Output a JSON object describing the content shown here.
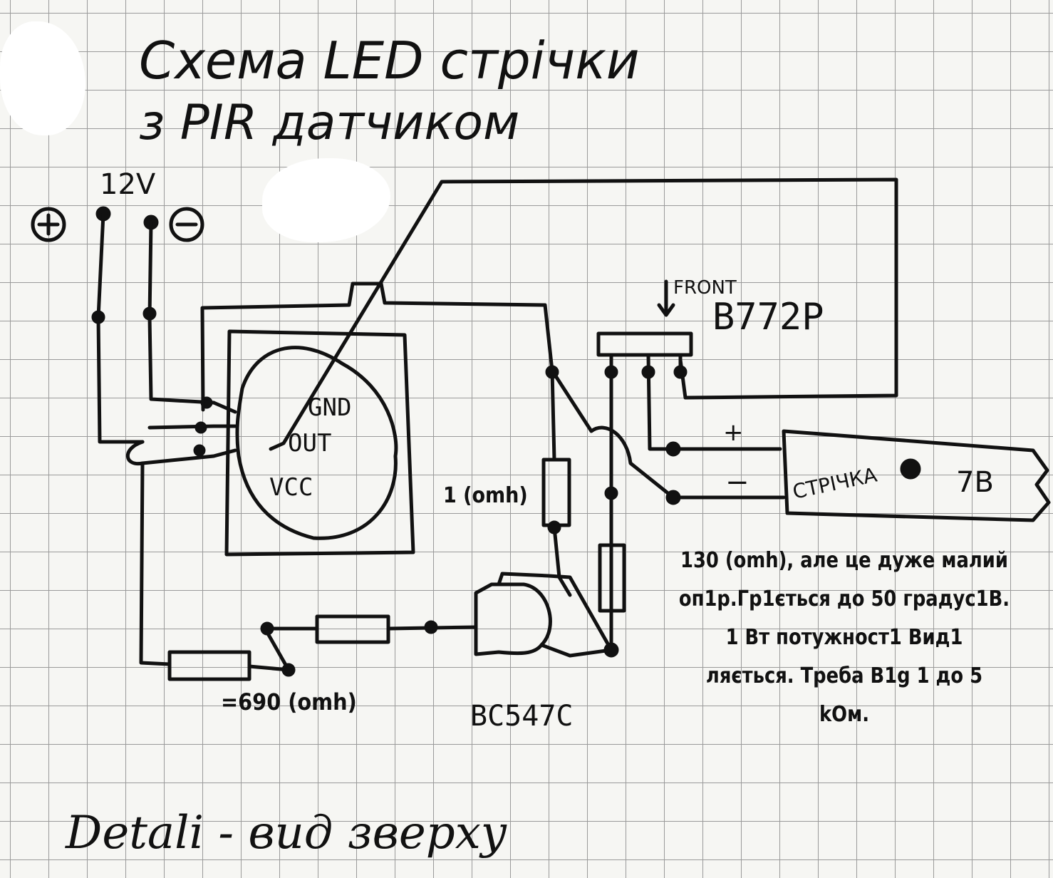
{
  "title": {
    "line1": "Схема LED стрічки",
    "line2": "з PIR датчиком"
  },
  "power": {
    "voltage": "12V",
    "plus": "+",
    "minus": "−"
  },
  "sensor": {
    "pin_gnd": "GND",
    "pin_out": "OUT",
    "pin_vcc": "VCC"
  },
  "transistor_pnp": {
    "front_label": "FRONT",
    "model": "B772P"
  },
  "transistor_npn": {
    "model": "BC547C"
  },
  "strip": {
    "label": "СТРІЧКА",
    "plus": "+",
    "minus": "−",
    "voltage_note": "7B"
  },
  "resistors": {
    "r1_label": "1 (omh)",
    "r2_label": "=690 (omh)"
  },
  "note": {
    "lines": [
      "130 (omh), але це дуже малий",
      "оп1р.Гр1ється до 50 градус1В.",
      "1 Вт потужност1 Вид1",
      "ляється. Треба В1g 1 до 5",
      "kОм."
    ]
  },
  "footer": {
    "text": "Detali - вид зверху"
  },
  "colors": {
    "ink": "#111111",
    "grid": "#9a9a9a",
    "paper": "#f6f6f3"
  }
}
